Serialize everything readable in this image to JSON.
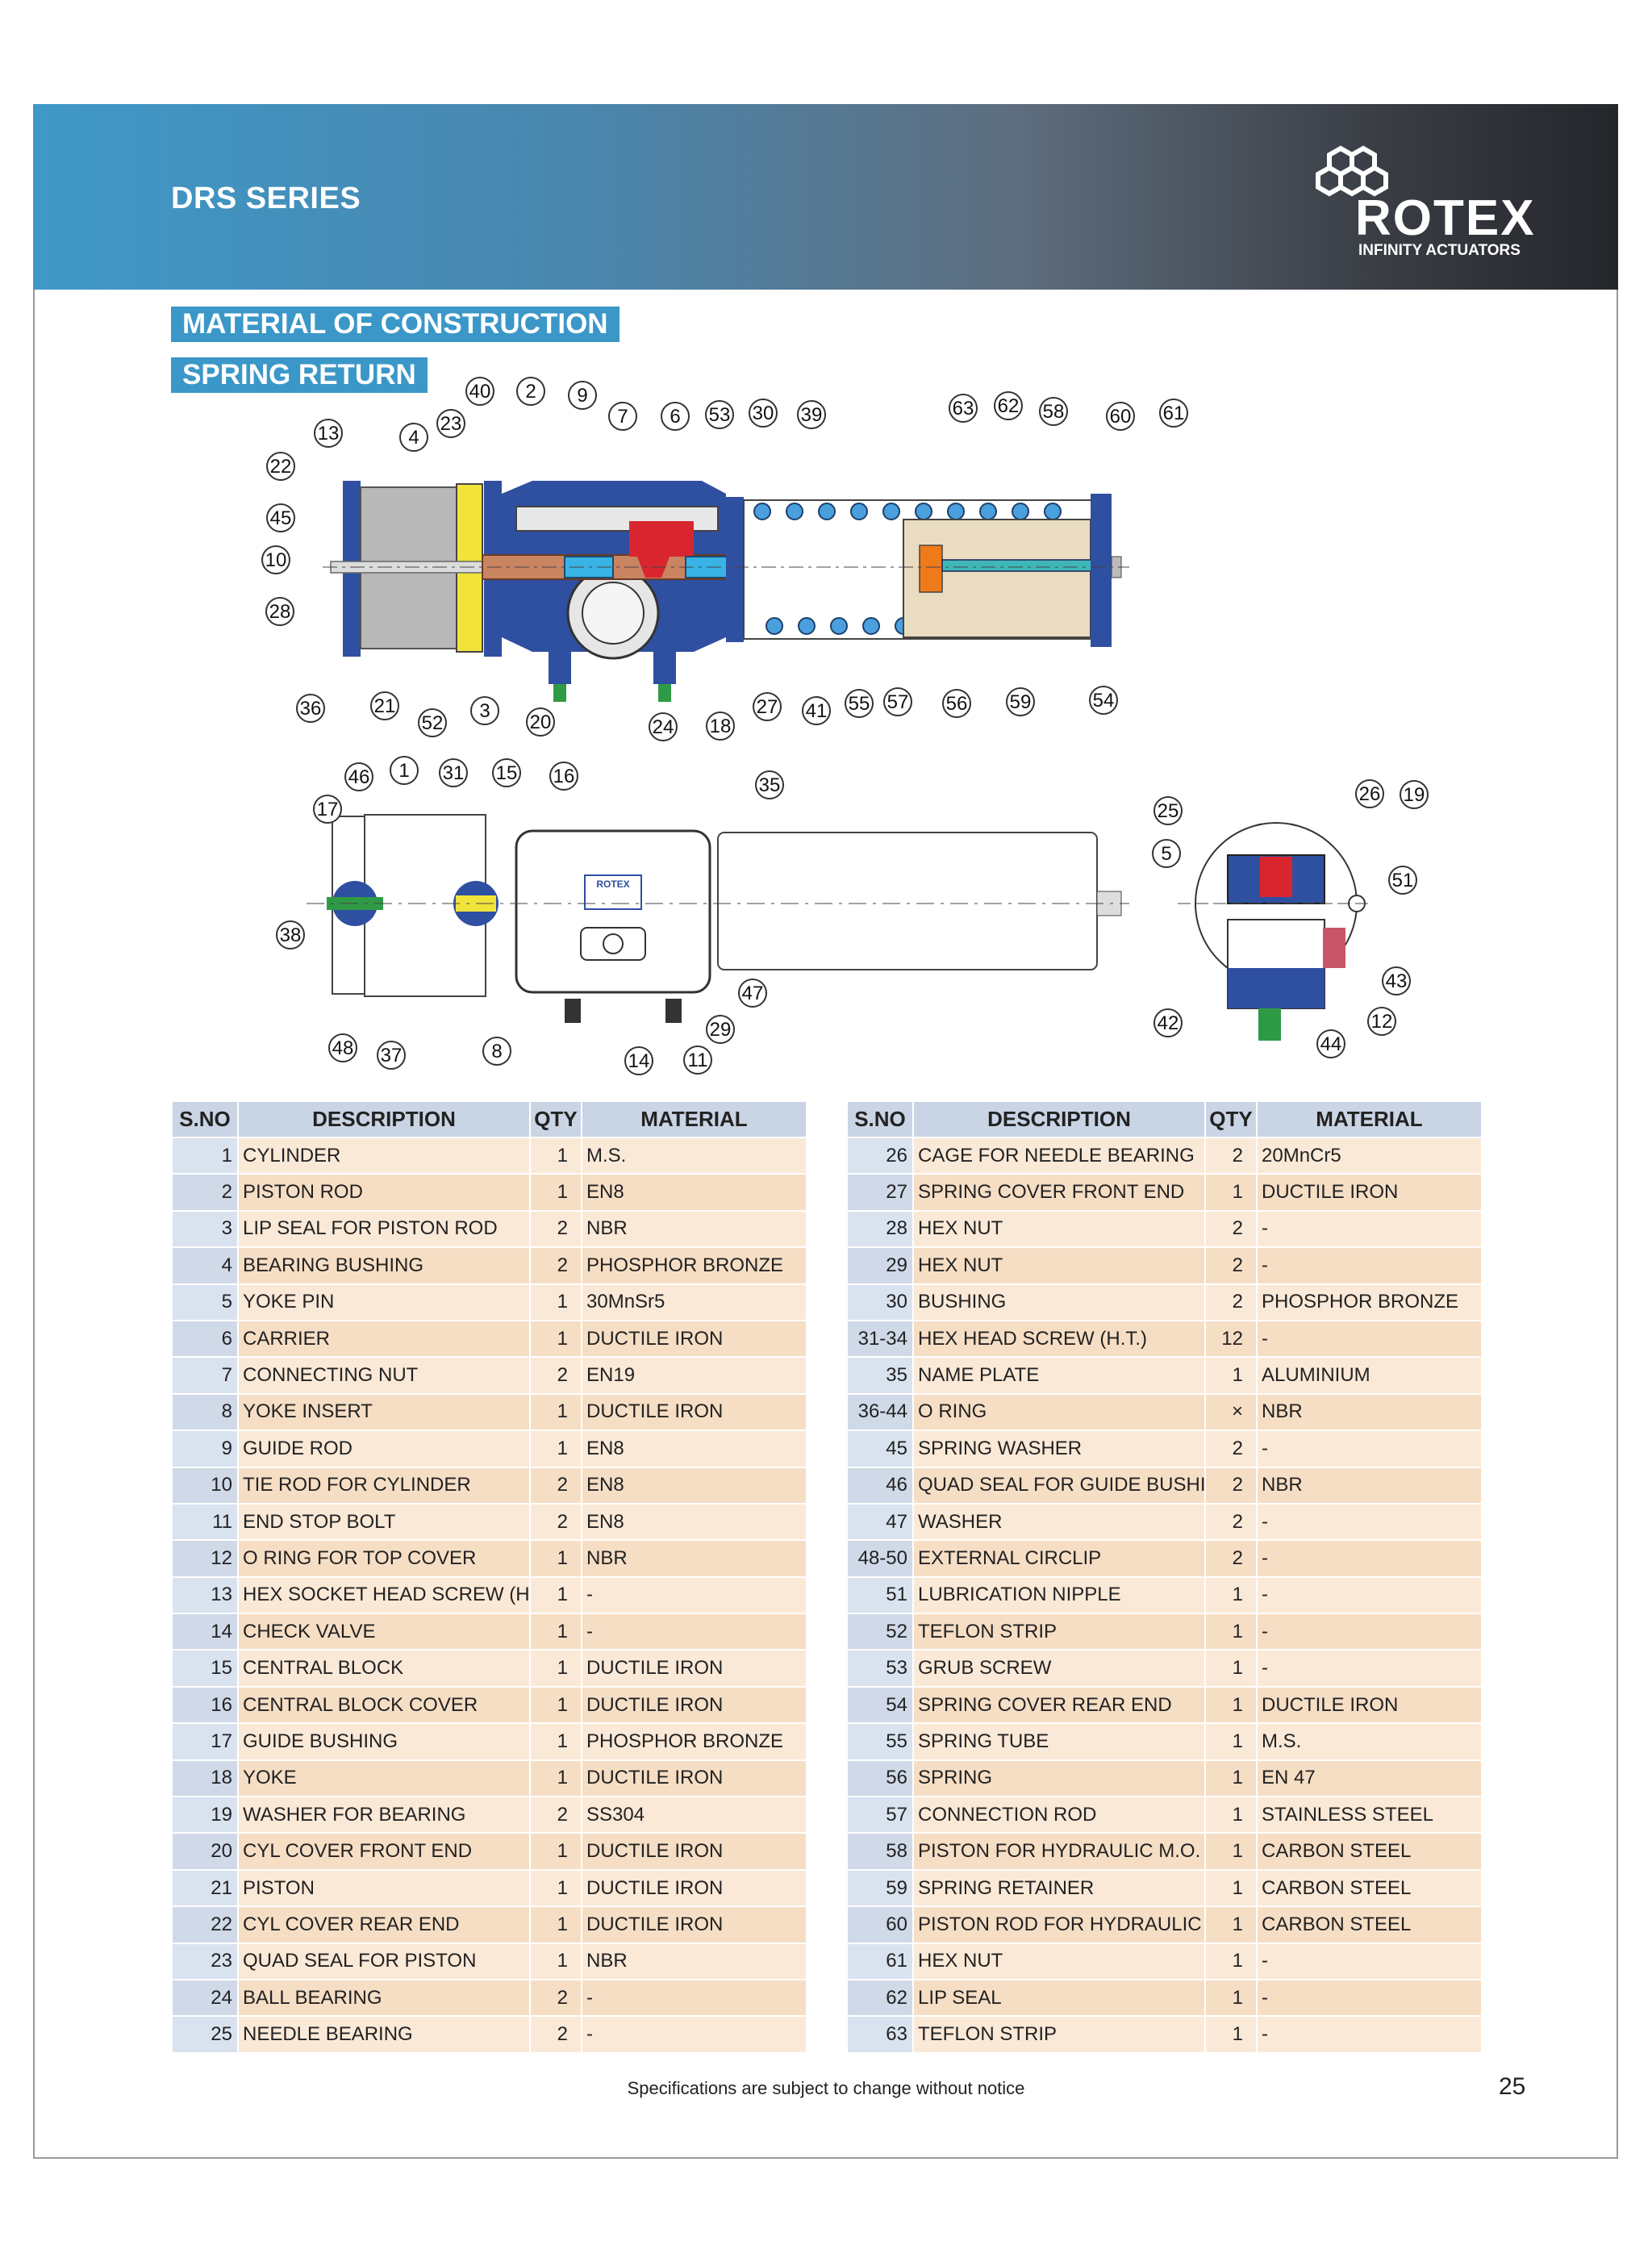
{
  "header": {
    "series": "DRS SERIES",
    "brand": "ROTEX",
    "tagline": "INFINITY ACTUATORS"
  },
  "sections": {
    "material": "MATERIAL OF CONSTRUCTION",
    "spring": "SPRING RETURN"
  },
  "nameplate_text": "ROTEX",
  "callouts_top": [
    "40",
    "2",
    "9",
    "7",
    "6",
    "53",
    "30",
    "39",
    "63",
    "62",
    "58",
    "60",
    "61",
    "13",
    "4",
    "23",
    "22",
    "45",
    "10",
    "28",
    "36",
    "21",
    "52",
    "3",
    "20",
    "24",
    "18",
    "27",
    "41",
    "55",
    "57",
    "56",
    "59",
    "54"
  ],
  "callouts_bottom": [
    "46",
    "1",
    "31",
    "15",
    "16",
    "35",
    "17",
    "38",
    "48",
    "37",
    "8",
    "14",
    "11",
    "47",
    "29",
    "25",
    "5",
    "26",
    "19",
    "51",
    "43",
    "42",
    "44",
    "12"
  ],
  "table_headers": {
    "sno": "S.NO",
    "description": "DESCRIPTION",
    "qty": "QTY",
    "material": "MATERIAL"
  },
  "table_left": [
    {
      "sno": "1",
      "desc": "CYLINDER",
      "qty": "1",
      "mat": "M.S."
    },
    {
      "sno": "2",
      "desc": "PISTON ROD",
      "qty": "1",
      "mat": "EN8"
    },
    {
      "sno": "3",
      "desc": "LIP SEAL FOR PISTON ROD",
      "qty": "2",
      "mat": "NBR"
    },
    {
      "sno": "4",
      "desc": "BEARING BUSHING",
      "qty": "2",
      "mat": "PHOSPHOR BRONZE"
    },
    {
      "sno": "5",
      "desc": "YOKE PIN",
      "qty": "1",
      "mat": "30MnSr5"
    },
    {
      "sno": "6",
      "desc": "CARRIER",
      "qty": "1",
      "mat": "DUCTILE IRON"
    },
    {
      "sno": "7",
      "desc": "CONNECTING NUT",
      "qty": "2",
      "mat": "EN19"
    },
    {
      "sno": "8",
      "desc": "YOKE INSERT",
      "qty": "1",
      "mat": "DUCTILE IRON"
    },
    {
      "sno": "9",
      "desc": "GUIDE ROD",
      "qty": "1",
      "mat": "EN8"
    },
    {
      "sno": "10",
      "desc": "TIE ROD FOR CYLINDER",
      "qty": "2",
      "mat": "EN8"
    },
    {
      "sno": "11",
      "desc": "END STOP BOLT",
      "qty": "2",
      "mat": "EN8"
    },
    {
      "sno": "12",
      "desc": "O RING FOR TOP COVER",
      "qty": "1",
      "mat": "NBR"
    },
    {
      "sno": "13",
      "desc": "HEX SOCKET HEAD SCREW (H.T.)",
      "qty": "1",
      "mat": "-"
    },
    {
      "sno": "14",
      "desc": "CHECK VALVE",
      "qty": "1",
      "mat": "-"
    },
    {
      "sno": "15",
      "desc": "CENTRAL BLOCK",
      "qty": "1",
      "mat": "DUCTILE IRON"
    },
    {
      "sno": "16",
      "desc": "CENTRAL BLOCK COVER",
      "qty": "1",
      "mat": "DUCTILE IRON"
    },
    {
      "sno": "17",
      "desc": "GUIDE BUSHING",
      "qty": "1",
      "mat": "PHOSPHOR BRONZE"
    },
    {
      "sno": "18",
      "desc": "YOKE",
      "qty": "1",
      "mat": "DUCTILE IRON"
    },
    {
      "sno": "19",
      "desc": "WASHER FOR BEARING",
      "qty": "2",
      "mat": "SS304"
    },
    {
      "sno": "20",
      "desc": "CYL COVER FRONT END",
      "qty": "1",
      "mat": "DUCTILE IRON"
    },
    {
      "sno": "21",
      "desc": "PISTON",
      "qty": "1",
      "mat": "DUCTILE IRON"
    },
    {
      "sno": "22",
      "desc": "CYL COVER REAR END",
      "qty": "1",
      "mat": "DUCTILE IRON"
    },
    {
      "sno": "23",
      "desc": "QUAD SEAL FOR PISTON",
      "qty": "1",
      "mat": "NBR"
    },
    {
      "sno": "24",
      "desc": "BALL BEARING",
      "qty": "2",
      "mat": "-"
    },
    {
      "sno": "25",
      "desc": "NEEDLE BEARING",
      "qty": "2",
      "mat": "-"
    }
  ],
  "table_right": [
    {
      "sno": "26",
      "desc": "CAGE FOR NEEDLE BEARING",
      "qty": "2",
      "mat": "20MnCr5"
    },
    {
      "sno": "27",
      "desc": "SPRING COVER FRONT END",
      "qty": "1",
      "mat": "DUCTILE IRON"
    },
    {
      "sno": "28",
      "desc": "HEX NUT",
      "qty": "2",
      "mat": "-"
    },
    {
      "sno": "29",
      "desc": "HEX NUT",
      "qty": "2",
      "mat": "-"
    },
    {
      "sno": "30",
      "desc": "BUSHING",
      "qty": "2",
      "mat": "PHOSPHOR BRONZE"
    },
    {
      "sno": "31-34",
      "desc": "HEX HEAD SCREW (H.T.)",
      "qty": "12",
      "mat": "-"
    },
    {
      "sno": "35",
      "desc": "NAME PLATE",
      "qty": "1",
      "mat": "ALUMINIUM"
    },
    {
      "sno": "36-44",
      "desc": "O RING",
      "qty": "×",
      "mat": "NBR"
    },
    {
      "sno": "45",
      "desc": "SPRING WASHER",
      "qty": "2",
      "mat": "-"
    },
    {
      "sno": "46",
      "desc": "QUAD SEAL FOR GUIDE BUSHING",
      "qty": "2",
      "mat": "NBR"
    },
    {
      "sno": "47",
      "desc": "WASHER",
      "qty": "2",
      "mat": "-"
    },
    {
      "sno": "48-50",
      "desc": "EXTERNAL CIRCLIP",
      "qty": "2",
      "mat": "-"
    },
    {
      "sno": "51",
      "desc": "LUBRICATION NIPPLE",
      "qty": "1",
      "mat": "-"
    },
    {
      "sno": "52",
      "desc": "TEFLON STRIP",
      "qty": "1",
      "mat": "-"
    },
    {
      "sno": "53",
      "desc": "GRUB SCREW",
      "qty": "1",
      "mat": "-"
    },
    {
      "sno": "54",
      "desc": "SPRING COVER REAR END",
      "qty": "1",
      "mat": "DUCTILE IRON"
    },
    {
      "sno": "55",
      "desc": "SPRING TUBE",
      "qty": "1",
      "mat": "M.S."
    },
    {
      "sno": "56",
      "desc": "SPRING",
      "qty": "1",
      "mat": "EN 47"
    },
    {
      "sno": "57",
      "desc": "CONNECTION ROD",
      "qty": "1",
      "mat": "STAINLESS STEEL"
    },
    {
      "sno": "58",
      "desc": "PISTON FOR HYDRAULIC M.O.",
      "qty": "1",
      "mat": "CARBON STEEL"
    },
    {
      "sno": "59",
      "desc": "SPRING RETAINER",
      "qty": "1",
      "mat": "CARBON STEEL"
    },
    {
      "sno": "60",
      "desc": "PISTON ROD FOR HYDRAULIC M.O.",
      "qty": "1",
      "mat": "CARBON STEEL"
    },
    {
      "sno": "61",
      "desc": "HEX NUT",
      "qty": "1",
      "mat": "-"
    },
    {
      "sno": "62",
      "desc": "LIP SEAL",
      "qty": "1",
      "mat": "-"
    },
    {
      "sno": "63",
      "desc": "TEFLON STRIP",
      "qty": "1",
      "mat": "-"
    }
  ],
  "footer": {
    "note": "Specifications are subject to change without notice",
    "page": "25"
  },
  "colors": {
    "accent_blue": "#3b97c8",
    "body_blue": "#2f4fa0",
    "rod_copper": "#c98462",
    "piston_yellow": "#f2e33a",
    "spring_blue": "#4aa0dc",
    "row_a": "#fbe9d7",
    "row_b": "#f6dec5",
    "header_cell": "#c9d4e4"
  }
}
